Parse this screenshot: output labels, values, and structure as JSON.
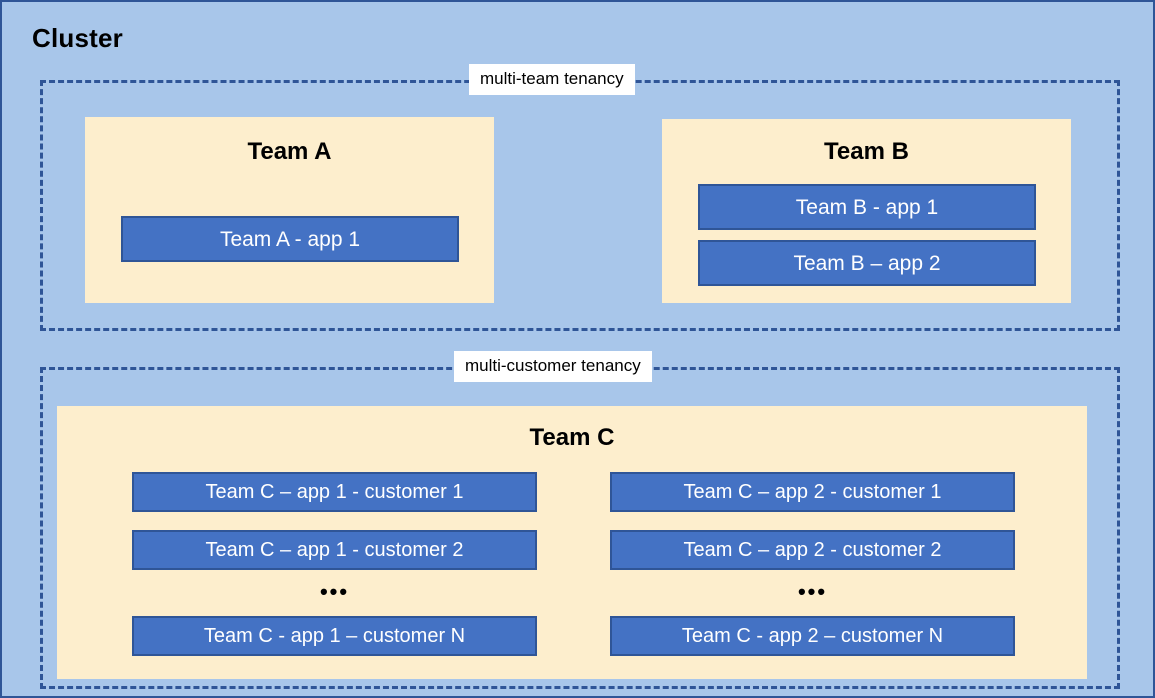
{
  "diagram": {
    "title": "Cluster",
    "colors": {
      "cluster_background": "#a8c6ea",
      "cluster_border": "#2f5597",
      "zone_border": "#2f5597",
      "team_panel": "#fdeecd",
      "app_box_fill": "#4472c4",
      "app_box_border": "#2f5597",
      "label_chip_background": "#ffffff",
      "app_text": "#ffffff",
      "heading_text": "#000000"
    }
  },
  "zones": [
    {
      "id": "multi-team",
      "label": "multi-team tenancy",
      "teams": [
        {
          "id": "team-a",
          "title": "Team A",
          "apps": [
            {
              "label": "Team A - app 1"
            }
          ]
        },
        {
          "id": "team-b",
          "title": "Team B",
          "apps": [
            {
              "label": "Team B - app 1"
            },
            {
              "label": "Team B – app 2"
            }
          ]
        }
      ]
    },
    {
      "id": "multi-customer",
      "label": "multi-customer tenancy",
      "teams": [
        {
          "id": "team-c",
          "title": "Team C",
          "ellipsis": "•••",
          "columns": [
            {
              "id": "app-1-column",
              "apps": [
                {
                  "label": "Team C – app 1 - customer 1"
                },
                {
                  "label": "Team C – app 1 - customer 2"
                },
                {
                  "label": "Team C - app 1 – customer N"
                }
              ]
            },
            {
              "id": "app-2-column",
              "apps": [
                {
                  "label": "Team C – app 2 - customer 1"
                },
                {
                  "label": "Team C – app 2 - customer 2"
                },
                {
                  "label": "Team C - app 2 – customer N"
                }
              ]
            }
          ]
        }
      ]
    }
  ]
}
